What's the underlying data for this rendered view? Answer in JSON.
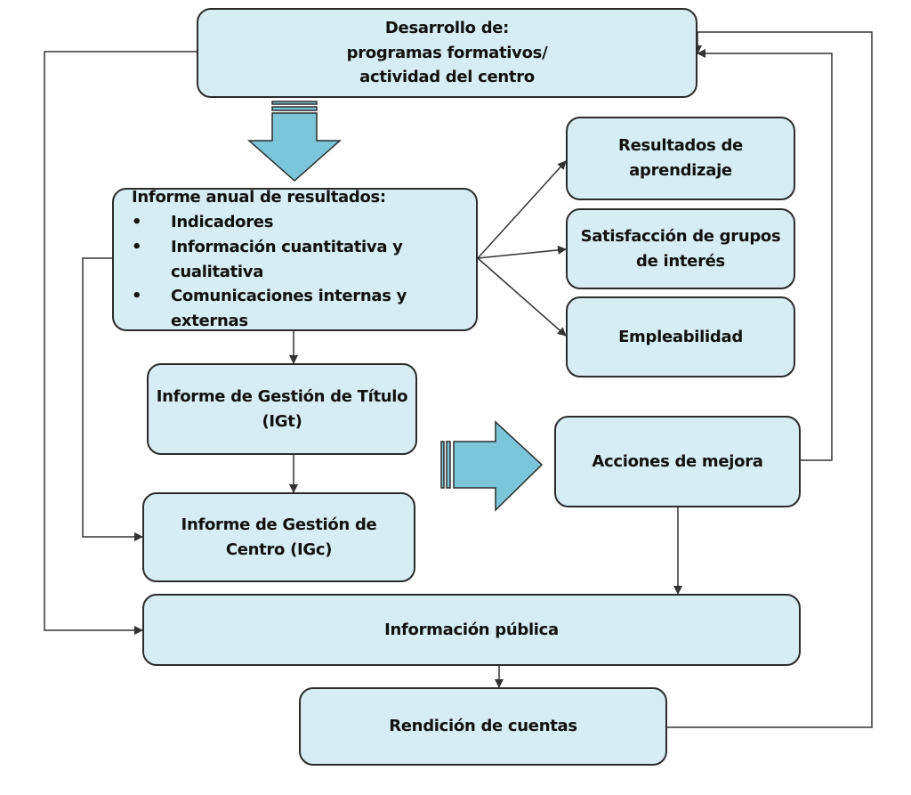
{
  "nodes": {
    "desarrollo": {
      "lines": [
        "Desarrollo de:",
        "programas formativos/",
        "actividad del centro"
      ]
    },
    "informe_anual": {
      "title": "Informe anual de resultados:",
      "bullets": [
        "Indicadores",
        "Información cuantitativa y cualitativa",
        "Comunicaciones internas y externas"
      ]
    },
    "resultados": {
      "lines": [
        "Resultados de",
        "aprendizaje"
      ]
    },
    "satisfaccion": {
      "lines": [
        "Satisfacción de grupos",
        "de interés"
      ]
    },
    "empleabilidad": {
      "lines": [
        "Empleabilidad"
      ]
    },
    "igt": {
      "lines": [
        "Informe de Gestión de Título",
        "(IGt)"
      ]
    },
    "acciones": {
      "lines": [
        "Acciones de mejora"
      ]
    },
    "igc": {
      "lines": [
        "Informe de Gestión de",
        "Centro (IGc)"
      ]
    },
    "info_publica": {
      "lines": [
        "Información pública"
      ]
    },
    "rendicion": {
      "lines": [
        "Rendición de cuentas"
      ]
    }
  },
  "colors": {
    "box_fill": "#d6edf3",
    "box_border": "#2b2b2b",
    "block_arrow_fill": "#7cc6da",
    "line": "#333333"
  }
}
